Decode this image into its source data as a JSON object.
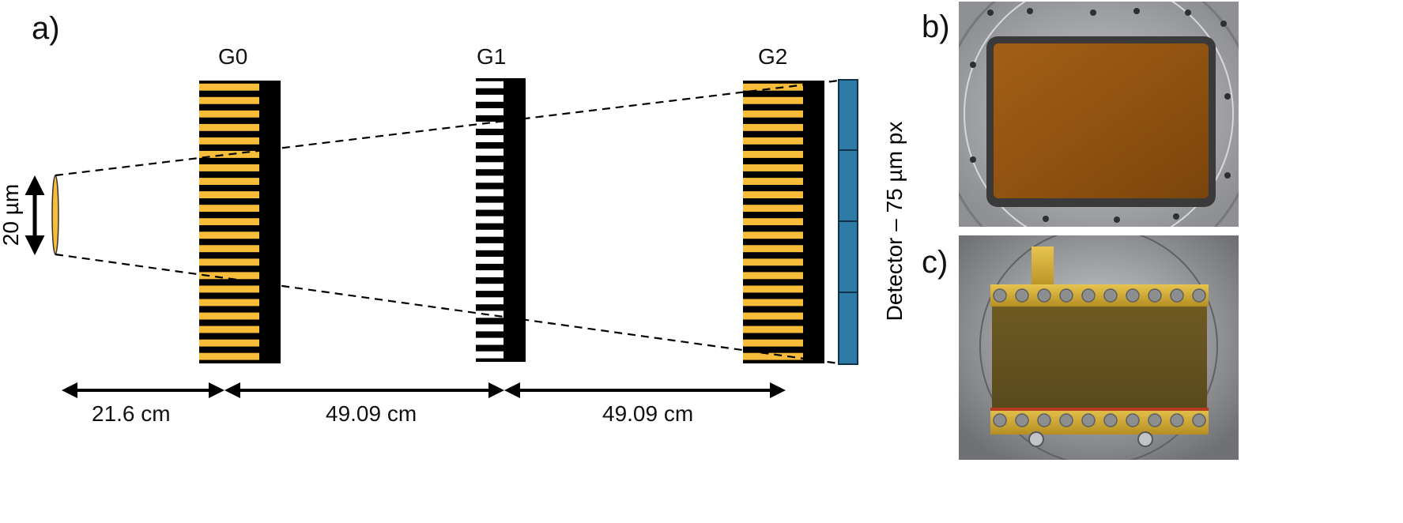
{
  "panels": {
    "a": "a)",
    "b": "b)",
    "c": "c)"
  },
  "gratings": {
    "g0": "G0",
    "g1": "G1",
    "g2": "G2"
  },
  "source_size": "20 µm",
  "detector_label": "Detector – 75 µm px",
  "distances": [
    "21.6 cm",
    "49.09 cm",
    "49.09 cm"
  ],
  "colors": {
    "gold": "#F7BD3A",
    "black": "#000000",
    "detector_blue": "#2E7BA6",
    "photo_gold_film": "#9B5A14",
    "aluminum": "#B9BBBE"
  }
}
